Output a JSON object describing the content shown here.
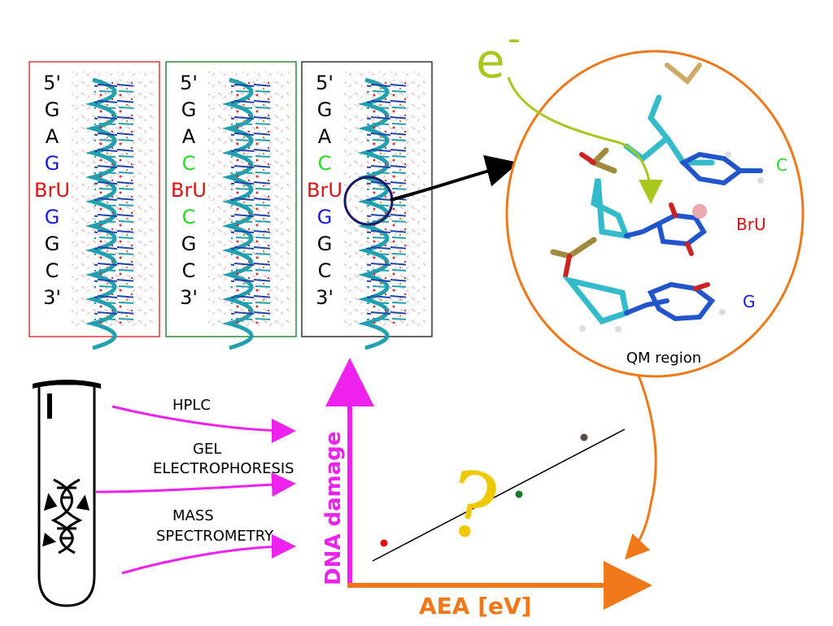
{
  "sequences": [
    {
      "name": "seq-red",
      "border": "#e0393e",
      "bases": [
        {
          "t": "5'",
          "c": "#000000"
        },
        {
          "t": "G",
          "c": "#000000"
        },
        {
          "t": "A",
          "c": "#000000"
        },
        {
          "t": "G",
          "c": "#1a1adf"
        },
        {
          "t": "BrU",
          "c": "#e01010"
        },
        {
          "t": "G",
          "c": "#1a1adf"
        },
        {
          "t": "G",
          "c": "#000000"
        },
        {
          "t": "C",
          "c": "#000000"
        },
        {
          "t": "3'",
          "c": "#000000"
        }
      ]
    },
    {
      "name": "seq-green",
      "border": "#2a8a3a",
      "bases": [
        {
          "t": "5'",
          "c": "#000000"
        },
        {
          "t": "G",
          "c": "#000000"
        },
        {
          "t": "A",
          "c": "#000000"
        },
        {
          "t": "C",
          "c": "#22dd22"
        },
        {
          "t": "BrU",
          "c": "#e01010"
        },
        {
          "t": "C",
          "c": "#22dd22"
        },
        {
          "t": "G",
          "c": "#000000"
        },
        {
          "t": "C",
          "c": "#000000"
        },
        {
          "t": "3'",
          "c": "#000000"
        }
      ]
    },
    {
      "name": "seq-black",
      "border": "#333333",
      "bases": [
        {
          "t": "5'",
          "c": "#000000"
        },
        {
          "t": "G",
          "c": "#000000"
        },
        {
          "t": "A",
          "c": "#000000"
        },
        {
          "t": "C",
          "c": "#22dd22"
        },
        {
          "t": "BrU",
          "c": "#e01010"
        },
        {
          "t": "G",
          "c": "#1a1adf"
        },
        {
          "t": "G",
          "c": "#000000"
        },
        {
          "t": "C",
          "c": "#000000"
        },
        {
          "t": "3'",
          "c": "#000000"
        }
      ]
    }
  ],
  "qm": {
    "electron_label": "e",
    "electron_sup": "-",
    "region_label": "QM region",
    "base_C": "C",
    "base_BrU": "BrU",
    "base_G": "G"
  },
  "methods": [
    "HPLC",
    "GEL",
    "ELECTROPHORESIS",
    "MASS",
    "SPECTROMETRY"
  ],
  "axes": {
    "y_label": "DNA damage",
    "x_label": "AEA [eV]",
    "question": "?"
  },
  "colors": {
    "magenta": "#ee22ee",
    "orange": "#f07818",
    "electron": "#a8c820",
    "question": "#f0c800",
    "qm_circle": "#f07818",
    "highlight": "#1a1a6a"
  },
  "chart_data": {
    "type": "scatter",
    "xlabel": "AEA [eV]",
    "ylabel": "DNA damage",
    "series": [
      {
        "values": [
          {
            "x": 1,
            "y": 1
          }
        ],
        "color": "#e01010"
      },
      {
        "values": [
          {
            "x": 3,
            "y": 2
          }
        ],
        "color": "#1a7a2a"
      },
      {
        "values": [
          {
            "x": 4,
            "y": 3
          }
        ],
        "color": "#554a44"
      }
    ],
    "trend_line": true,
    "grid": false
  }
}
